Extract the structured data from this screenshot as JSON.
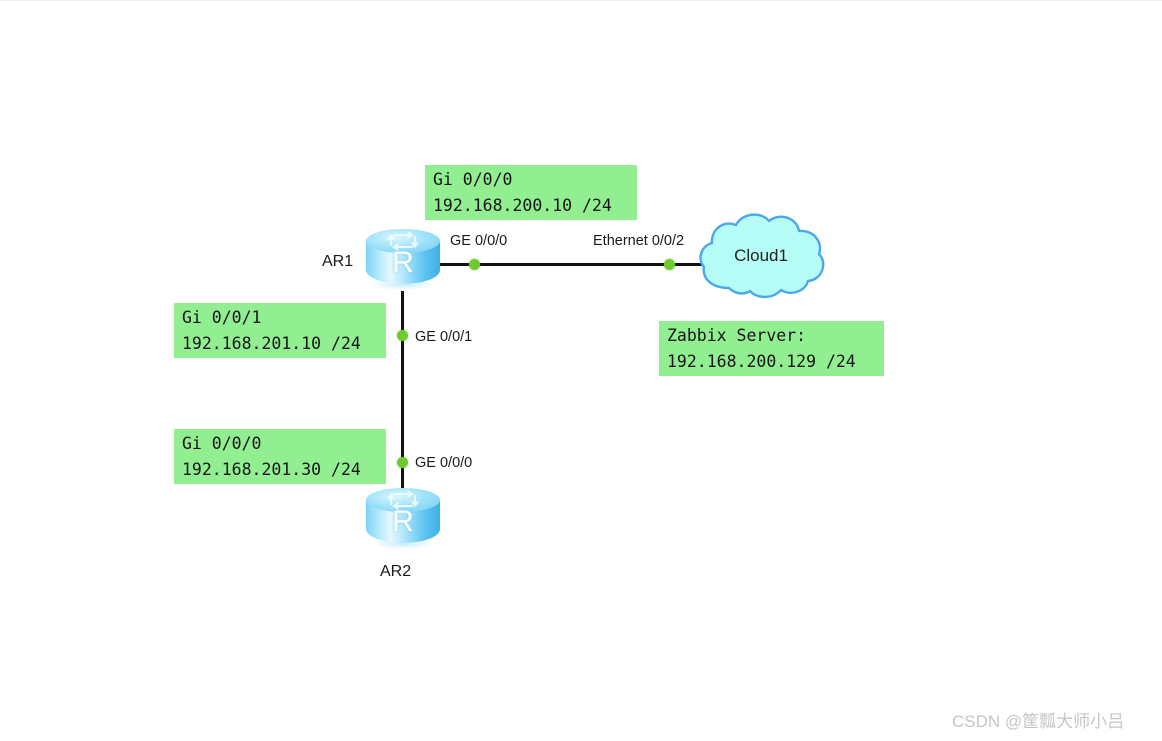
{
  "diagram": {
    "title": "Network topology with AR1, AR2 and Cloud1",
    "colors": {
      "note_bg": "#91ee91",
      "link": "#111111",
      "endpoint": "#6ecb2e",
      "router_body": "#7fd4f7",
      "cloud_fill": "#b6fcf7",
      "cloud_stroke": "#4aa8ea",
      "watermark": "#c6c6c6"
    }
  },
  "devices": [
    {
      "id": "ar1",
      "name": "AR1",
      "type": "router",
      "glyph": "R"
    },
    {
      "id": "ar2",
      "name": "AR2",
      "type": "router",
      "glyph": "R"
    },
    {
      "id": "cloud1",
      "name": "Cloud1",
      "type": "cloud"
    }
  ],
  "interfaces": [
    {
      "id": "ar1-ge000",
      "label": "GE 0/0/0"
    },
    {
      "id": "cloud-eth002",
      "label": "Ethernet 0/0/2"
    },
    {
      "id": "ar1-ge001",
      "label": "GE 0/0/1"
    },
    {
      "id": "ar2-ge000",
      "label": "GE 0/0/0"
    }
  ],
  "notes": [
    {
      "id": "note-ar1-gi000",
      "line1": "Gi 0/0/0",
      "line2": "192.168.200.10 /24"
    },
    {
      "id": "note-ar1-gi001",
      "line1": "Gi 0/0/1",
      "line2": "192.168.201.10 /24"
    },
    {
      "id": "note-ar2-gi000",
      "line1": "Gi 0/0/0",
      "line2": "192.168.201.30 /24"
    },
    {
      "id": "note-zabbix",
      "line1": "Zabbix Server:",
      "line2": "192.168.200.129 /24"
    }
  ],
  "watermark": {
    "text": "CSDN @筐瓢大师小吕"
  }
}
